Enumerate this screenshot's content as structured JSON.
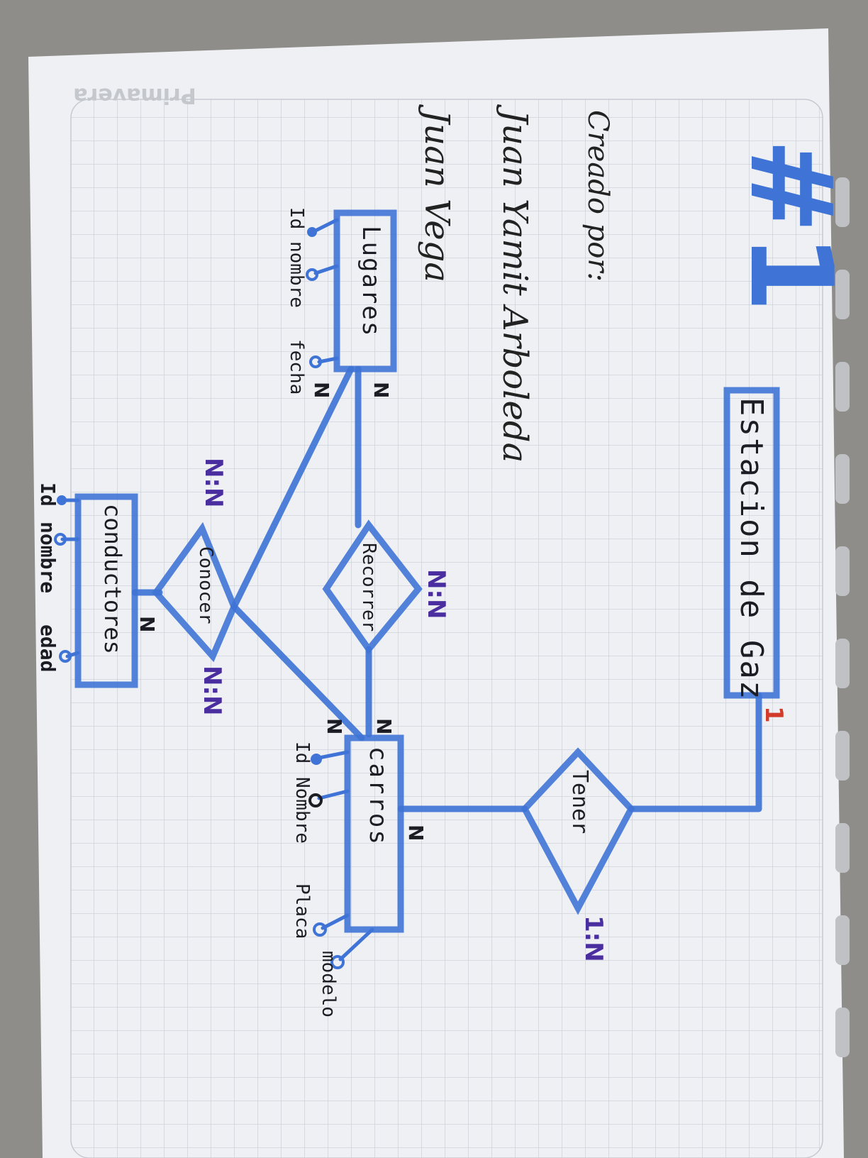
{
  "brand": "Primavera",
  "heading": "#1",
  "author": {
    "label": "Creado por:",
    "line1": "Juan Yamit Arboleda",
    "line2": "Juan Vega"
  },
  "entities": {
    "estacion": "Estacion de Gaz",
    "lugares": "Lugares",
    "conductores": "conductores",
    "carros": "carros"
  },
  "relations": {
    "recorrer": "Recorrer",
    "conocer": "Conocer",
    "tener": "Tener"
  },
  "attributes": {
    "lugares": [
      "Id",
      "nombre",
      "fecha"
    ],
    "conductores": [
      "Id",
      "nombre",
      "edad"
    ],
    "carros": [
      "Id",
      "Nombre",
      "Placa",
      "modelo"
    ]
  },
  "cardinalities": {
    "lugares_recorrer": "N",
    "lugares_conocer": "N",
    "conductores_conocer": "N",
    "carros_recorrer": "N",
    "carros_conocer": "N",
    "carros_tener": "N",
    "estacion_tener": "1",
    "conocer_top": "N:N",
    "conocer_bottom": "N:N",
    "recorrer": "N:N",
    "tener": "1:N"
  },
  "colors": {
    "ink_blue": "#3f74d6",
    "ink_purple": "#4a2ea0",
    "ink_red": "#d23a2a",
    "paper": "#f1f2f4",
    "grid": "#c9ced6"
  }
}
